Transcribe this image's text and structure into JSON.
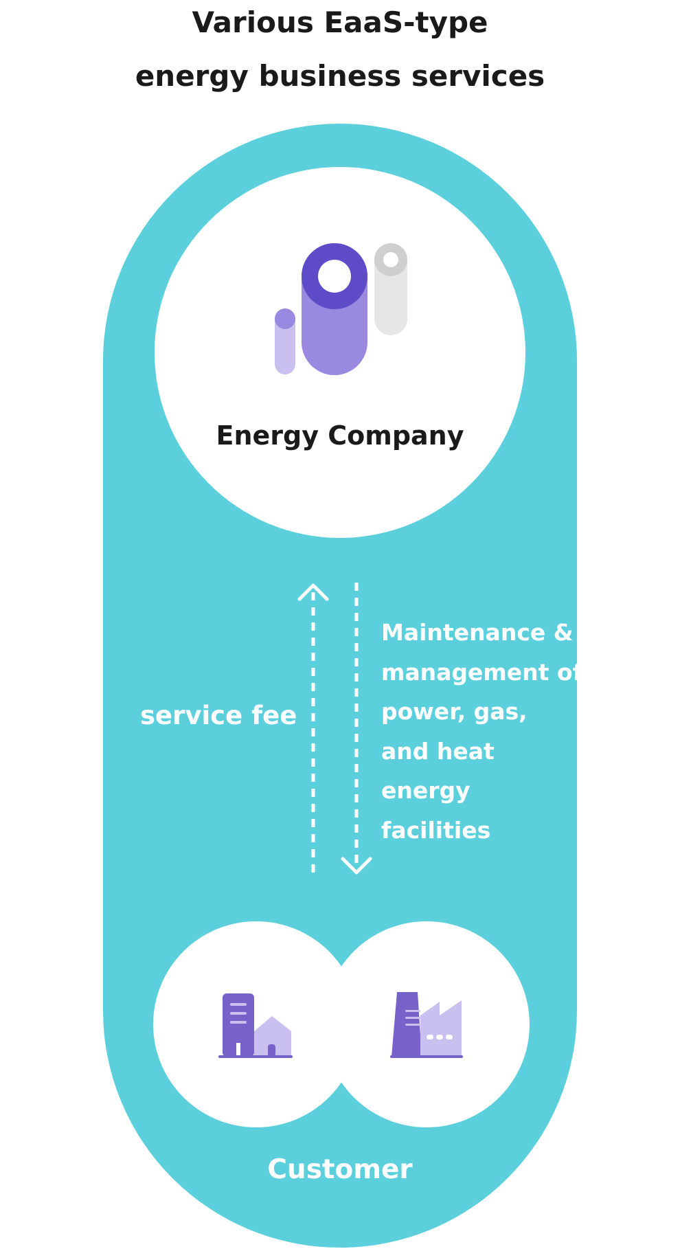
{
  "title": {
    "line1": "Various EaaS-type",
    "line2": "energy business services"
  },
  "provider": {
    "label": "Energy Company"
  },
  "upward_flow": {
    "label": "service fee"
  },
  "downward_flow": {
    "lines": [
      "Maintenance &",
      "management of",
      "power, gas,",
      "and heat",
      "energy",
      "facilities"
    ]
  },
  "consumer": {
    "label": "Customer"
  },
  "colors": {
    "background": "#ffffff",
    "capsule": "#5bd0dc",
    "circle": "#ffffff",
    "purple_dark": "#5e4bc8",
    "purple_mid": "#9989e0",
    "purple_light": "#c9c0f0",
    "gray_light": "#e6e6e6",
    "gray_mid": "#cfcfcf",
    "text_dark": "#1a1a1a",
    "text_light": "#ffffff"
  },
  "icons": {
    "provider": "cylinder-tanks-icon",
    "customer_left": "building-and-house-icon",
    "customer_right": "factory-icon",
    "up_arrow": "dashed-arrow-up-icon",
    "down_arrow": "dashed-arrow-down-icon"
  }
}
